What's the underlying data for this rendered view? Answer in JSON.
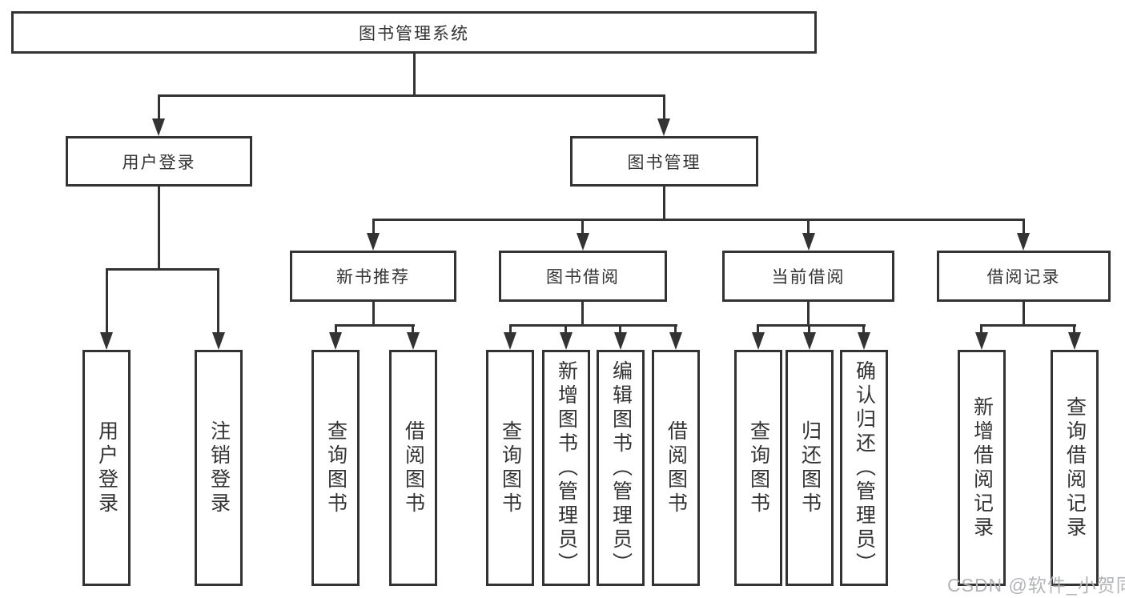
{
  "tree": {
    "label": "图书管理系统",
    "children": [
      {
        "label": "用户登录",
        "children": [
          {
            "label": "用户登录"
          },
          {
            "label": "注销登录"
          }
        ]
      },
      {
        "label": "图书管理",
        "children": [
          {
            "label": "新书推荐",
            "children": [
              {
                "label": "查询图书"
              },
              {
                "label": "借阅图书"
              }
            ]
          },
          {
            "label": "图书借阅",
            "children": [
              {
                "label": "查询图书"
              },
              {
                "label": "新增图书（管理员）"
              },
              {
                "label": "编辑图书（管理员）"
              },
              {
                "label": "借阅图书"
              }
            ]
          },
          {
            "label": "当前借阅",
            "children": [
              {
                "label": "查询图书"
              },
              {
                "label": "归还图书"
              },
              {
                "label": "确认归还（管理员）"
              }
            ]
          },
          {
            "label": "借阅记录",
            "children": [
              {
                "label": "新增借阅记录"
              },
              {
                "label": "查询借阅记录"
              }
            ]
          }
        ]
      }
    ]
  },
  "watermark": {
    "text": "CSDN @软件_小贺同学"
  },
  "colors": {
    "line": "#333333",
    "box_border": "#333333",
    "text": "#333333",
    "background": "#ffffff",
    "watermark": "#b2b4b7"
  }
}
